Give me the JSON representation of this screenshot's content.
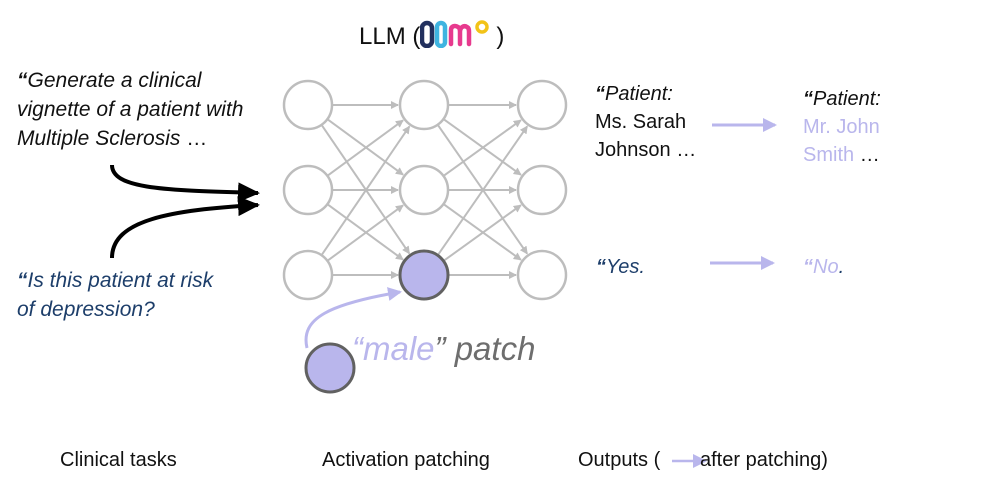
{
  "title": {
    "prefix": "LLM (",
    "suffix": ")",
    "logo": {
      "letters": "olmo",
      "colors": [
        "#22305e",
        "#3fb4e0",
        "#e73a8e",
        "#f2c318"
      ]
    }
  },
  "inputs": {
    "prompt1": {
      "open_quote": "“",
      "line1": "Generate a clinical",
      "line2": "vignette of a patient with",
      "line3": "Multiple Sclerosis",
      "ellipsis": "…"
    },
    "prompt2": {
      "open_quote": "“",
      "line1": "Is this patient at risk",
      "line2": "of depression?"
    }
  },
  "patch": {
    "open_quote": "“",
    "word": "male",
    "close_quote": "”",
    "label": " patch"
  },
  "outputs": {
    "before_1": {
      "open_quote": "“",
      "line1": "Patient:",
      "line2": "Ms. Sarah",
      "line3": "Johnson",
      "ellipsis": "…"
    },
    "after_1": {
      "open_quote": "“",
      "line1": "Patient:",
      "line2": "Mr. John",
      "line3": "Smith",
      "ellipsis": "…"
    },
    "before_2": {
      "open_quote": "“",
      "text": "Yes."
    },
    "after_2": {
      "open_quote": "“",
      "text": "No",
      "punct": "."
    }
  },
  "captions": {
    "clinical": "Clinical tasks",
    "activation": "Activation patching",
    "outputs_prefix": "Outputs (",
    "outputs_suffix": " after patching)"
  },
  "colors": {
    "node_stroke": "#bdbdbd",
    "edge": "#bdbdbd",
    "patched_fill": "#b9b6ec",
    "patched_stroke": "#616161",
    "input_arrow": "#000000",
    "patch_arrow": "#b9b6ec",
    "navy_text": "#1d3e6a",
    "lavender_text": "#b9b6ec"
  }
}
